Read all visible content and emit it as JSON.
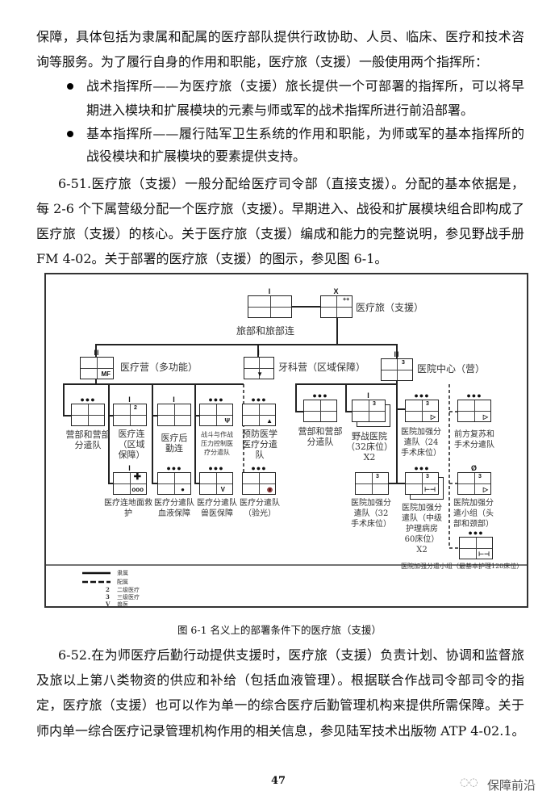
{
  "para1": [
    "保障，具体包括为隶属和配属的医疗部队提供行政协助、人员、临床、医疗和技术咨",
    "询等服务。为了履行自身的作用和职能，医疗旅（支援）一般使用两个指挥所："
  ],
  "bullets": [
    [
      "战术指挥所——为医疗旅（支援）旅长提供一个可部署的指挥所，可以将早",
      "期进入模块和扩展模块的元素与师或军的战术指挥所进行前沿部署。"
    ],
    [
      "基本指挥所——履行陆军卫生系统的作用和职能，为师或军的基本指挥所的",
      "战役模块和扩展模块的要素提供支持。"
    ]
  ],
  "para651": [
    "6-51.医疗旅（支援）一般分配给医疗司令部（直接支援）。分配的基本依据是，",
    "每 2-6 个下属营级分配一个医疗旅（支援）。早期进入、战役和扩展模块组合即构成了",
    "医疗旅（支援）的核心。关于医疗旅（支援）编成和能力的完整说明，参见野战手册",
    "FM 4-02。关于部署的医疗旅（支援）的图示，参见图 6-1。"
  ],
  "figure": {
    "caption": "图 6-1 名义上的部署条件下的医疗旅（支援）",
    "units": {
      "hq": "旅部和旅部连",
      "brigade": "医疗旅（支援）",
      "med_bn": "医疗营（多功能）",
      "dental_bn": "牙科营（区域保障）",
      "hospital_center": "医院中心（营）",
      "hhd1": "营部和营部分遣队",
      "med_co": "医疗连（区域保障）",
      "med_log_co": "医疗后勤连",
      "cosc": "战斗与作战压力控制医疗分遣队",
      "prev_med": "预防医学医疗分遣队",
      "ground_amb": "医疗连地面救护",
      "blood": "医疗分遣队血液保障",
      "vet": "医疗分遣队兽医保障",
      "optometry": "医疗分遣队（验光）",
      "hhd2": "营部和营部分遣队",
      "field_hosp": "野战医院（32床位）X2",
      "aug24": "医院加强分遣队（24手术床位）",
      "frst": "前方复苏和手术分遣队",
      "aug32": "医院加强分遣队（32手术床位）",
      "aug60": "医院加强分遣队（中级护理病房60床位）X2",
      "head_neck": "医院加强分遣小组（头部和颈部）",
      "aug120": "医院加强分遣小组（最基本护理120床位）"
    },
    "symbols": {
      "brigade_echelon": "X",
      "brigade_mod": "++",
      "mf": "MF",
      "two": "2",
      "three": "3",
      "vet": "V",
      "none": "Ø",
      "company": "I",
      "battalion": "II",
      "detachment": "●●●",
      "ground": "ooo"
    },
    "legend": [
      "隶属",
      "配属",
      "二级医疗",
      "三级医疗",
      "兽医"
    ],
    "legend_marks": [
      "2",
      "3",
      "V"
    ]
  },
  "para652": [
    "6-52.在为师医疗后勤行动提供支援时，医疗旅（支援）负责计划、协调和监督旅",
    "及旅以上第八类物资的供应和补给（包括血液管理）。根据联合作战司令部司令的指",
    "定，医疗旅（支援）也可以作为单一的综合医疗后勤管理机构来提供所需保障。关于",
    "师内单一综合医疗记录管理机构作用的相关信息，参见陆军技术出版物 ATP 4-02.1。"
  ],
  "page_number": "47",
  "watermark": "保障前沿"
}
